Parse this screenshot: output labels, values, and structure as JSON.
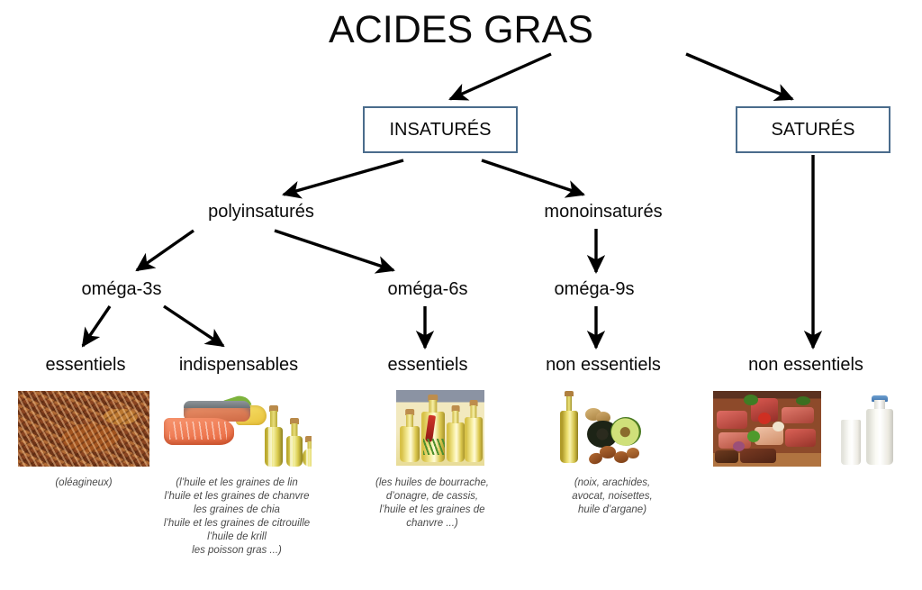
{
  "title": "ACIDES GRAS",
  "boxes": {
    "insatures": "INSATURÉS",
    "satures": "SATURÉS"
  },
  "level2": {
    "poly": "polyinsaturés",
    "mono": "monoinsaturés"
  },
  "level3": {
    "omega3": "oméga-3s",
    "omega6": "oméga-6s",
    "omega9": "oméga-9s"
  },
  "level4": {
    "essentiels_om3": "essentiels",
    "indispensables_om3": "indispensables",
    "essentiels_om6": "essentiels",
    "non_essentiels_om9": "non essentiels",
    "non_essentiels_sat": "non essentiels"
  },
  "captions": {
    "oleagineux": "(oléagineux)",
    "omega3": "(l’huile et les graines de lin\nl’huile et les graines de chanvre\nles graines de chia\nl’huile et les graines de citrouille\nl’huile de krill\nles poisson gras ...)",
    "omega6": "(les huiles de bourrache,\nd’onagre, de cassis,\nl’huile et les graines de\nchanvre ...)",
    "omega9": "(noix, arachides,\navocat, noisettes,\nhuile d’argane)"
  },
  "photos": {
    "nuts": "almonds-nuts-photo",
    "salmon": "salmon-and-oil-bottles-photo",
    "oils": "infused-oil-bottles-photo",
    "avocado": "oil-avocado-nuts-photo",
    "meat": "raw-meat-platter-photo",
    "milk": "milk-bottle-and-glass-photo"
  },
  "colors": {
    "box_border": "#4a6c8c",
    "text": "#0a0a0a",
    "caption_text": "#4a4a4a",
    "arrow": "#000000",
    "background": "#ffffff"
  }
}
